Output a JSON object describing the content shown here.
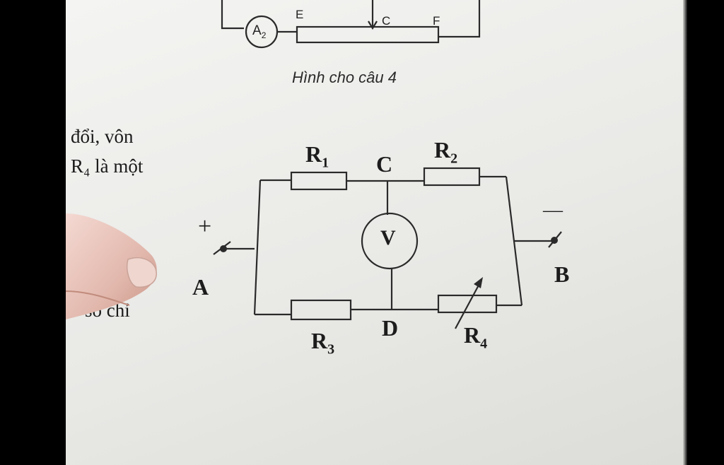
{
  "top_figure": {
    "ammeter_label": "A",
    "ammeter_sub": "2",
    "point_e": "E",
    "point_c": "C",
    "point_f": "F",
    "caption": "Hình cho câu 4"
  },
  "side_text": {
    "line1": "đổi, vôn",
    "line2": "R₄ là một",
    "line3": "số chỉ"
  },
  "circuit": {
    "terminal_plus": "+",
    "terminal_minus": "—",
    "terminal_a": "A",
    "terminal_b": "B",
    "node_c": "C",
    "node_d": "D",
    "r1": "R",
    "r1_sub": "1",
    "r2": "R",
    "r2_sub": "2",
    "r3": "R",
    "r3_sub": "3",
    "r4": "R",
    "r4_sub": "4",
    "voltmeter": "V"
  }
}
